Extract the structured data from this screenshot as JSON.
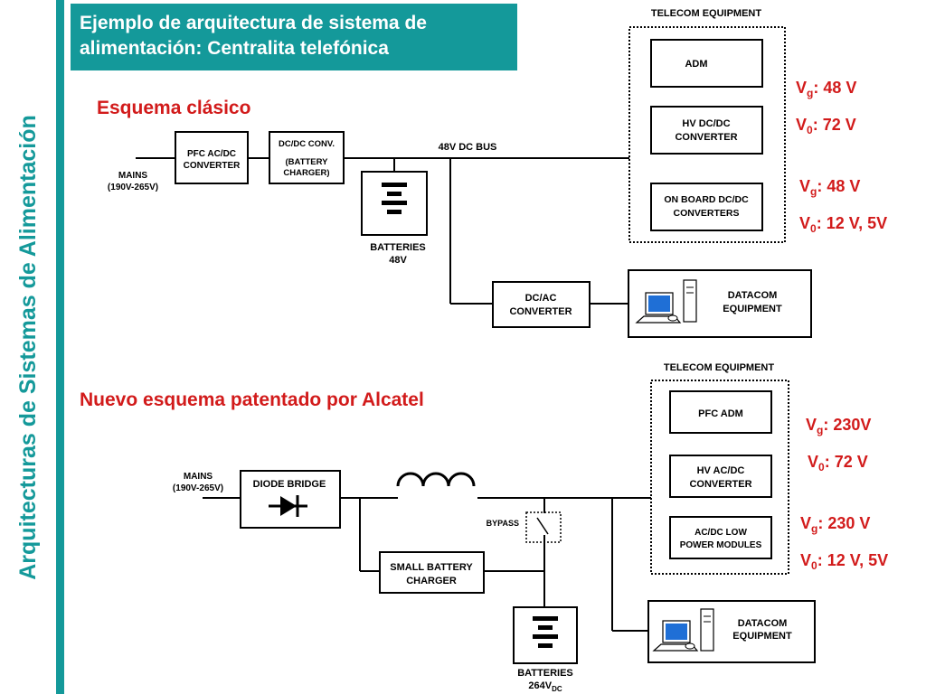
{
  "slide": {
    "side_title": "Arquitecturas de Sistemas de Alimentación",
    "title_line1": "Ejemplo de arquitectura de sistema de",
    "title_line2": "alimentación: Centralita telefónica"
  },
  "colors": {
    "accent": "#14999a",
    "red_text": "#d21b1b",
    "screen_blue": "#1f6fd6"
  },
  "classic": {
    "heading": "Esquema clásico",
    "mains_line1": "MAINS",
    "mains_line2": "(190V-265V)",
    "pfc_line1": "PFC AC/DC",
    "pfc_line2": "CONVERTER",
    "dcdc_line1": "DC/DC CONV.",
    "dcdc_line2": "(BATTERY",
    "dcdc_line3": "CHARGER)",
    "bus_label": "48V DC BUS",
    "batteries_line1": "BATTERIES",
    "batteries_line2": "48V",
    "dcac_line1": "DC/AC",
    "dcac_line2": "CONVERTER",
    "telecom_label": "TELECOM EQUIPMENT",
    "adm_label": "ADM",
    "hv_line1": "HV DC/DC",
    "hv_line2": "CONVERTER",
    "onboard_line1": "ON BOARD DC/DC",
    "onboard_line2": "CONVERTERS",
    "datacom_line1": "DATACOM",
    "datacom_line2": "EQUIPMENT",
    "v1_g_sub": "g",
    "v1_g_val": ": 48 V",
    "v1_0_sub": "0",
    "v1_0_val": ": 72 V",
    "v2_g_sub": "g",
    "v2_g_val": ": 48 V",
    "v2_0_sub": "0",
    "v2_0_val": ": 12 V, 5V"
  },
  "new": {
    "heading": "Nuevo esquema patentado por Alcatel",
    "mains_line1": "MAINS",
    "mains_line2": "(190V-265V)",
    "diode_label": "DIODE BRIDGE",
    "bypass_label": "BYPASS",
    "charger_line1": "SMALL BATTERY",
    "charger_line2": "CHARGER",
    "batteries_line1": "BATTERIES",
    "batteries_line2_main": "264V",
    "batteries_line2_sub": "DC",
    "telecom_label": "TELECOM EQUIPMENT",
    "pfcadm_label": "PFC ADM",
    "hvac_line1": "HV AC/DC",
    "hvac_line2": "CONVERTER",
    "acdc_line1": "AC/DC LOW",
    "acdc_line2": "POWER MODULES",
    "datacom_line1": "DATACOM",
    "datacom_line2": "EQUIPMENT",
    "v1_g_sub": "g",
    "v1_g_val": ": 230V",
    "v1_0_sub": "0",
    "v1_0_val": ": 72 V",
    "v2_g_sub": "g",
    "v2_g_val": ": 230 V",
    "v2_0_sub": "0",
    "v2_0_val": ": 12 V, 5V"
  }
}
